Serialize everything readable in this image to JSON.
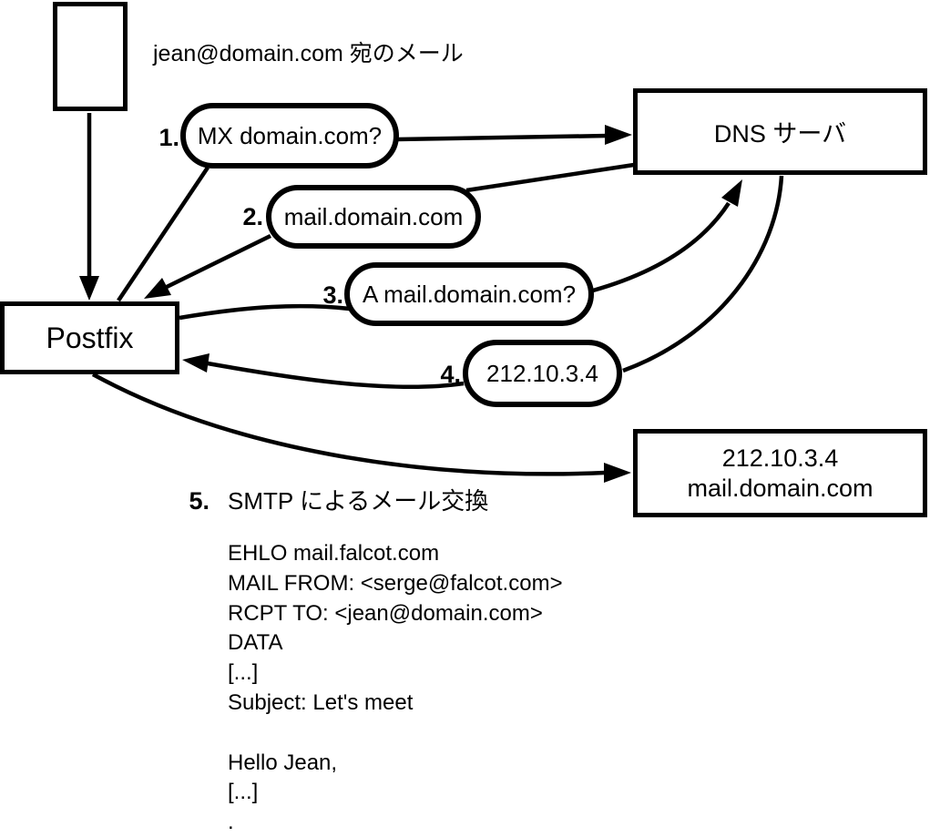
{
  "mail_label": "jean@domain.com 宛のメール",
  "nodes": {
    "postfix": "Postfix",
    "dns": "DNS サーバ",
    "dest_line1": "212.10.3.4",
    "dest_line2": "mail.domain.com"
  },
  "steps": [
    {
      "num": "1.",
      "label": "MX domain.com?"
    },
    {
      "num": "2.",
      "label": "mail.domain.com"
    },
    {
      "num": "3.",
      "label": "A mail.domain.com?"
    },
    {
      "num": "4.",
      "label": "212.10.3.4"
    },
    {
      "num": "5.",
      "label": "SMTP によるメール交換"
    }
  ],
  "smtp_session": {
    "lines": [
      "EHLO mail.falcot.com",
      "MAIL FROM: <serge@falcot.com>",
      "RCPT TO: <jean@domain.com>",
      "DATA",
      "[...]",
      "Subject: Let's meet",
      "",
      "Hello Jean,",
      "[...]",
      "."
    ]
  },
  "colors": {
    "stroke": "#000000",
    "text": "#000000",
    "background": "#ffffff"
  }
}
